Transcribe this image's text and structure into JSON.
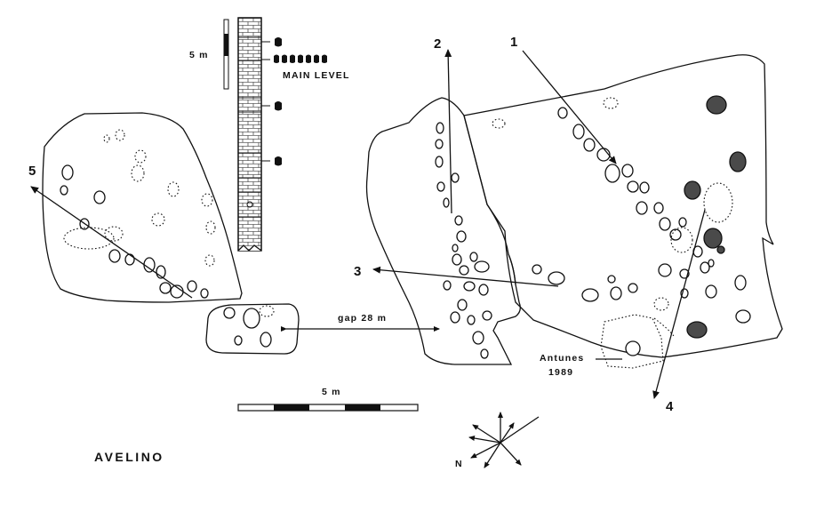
{
  "figure": {
    "site_name": "AVELINO",
    "main_level_label": "MAIN LEVEL",
    "column_scale_label": "5 m",
    "map_scale_label": "5 m",
    "gap_label": "gap 28 m",
    "antunes_label_line1": "Antunes",
    "antunes_label_line2": "1989",
    "north_label": "N",
    "trackways": [
      {
        "label": "1"
      },
      {
        "label": "2"
      },
      {
        "label": "3"
      },
      {
        "label": "4"
      },
      {
        "label": "5"
      }
    ]
  }
}
